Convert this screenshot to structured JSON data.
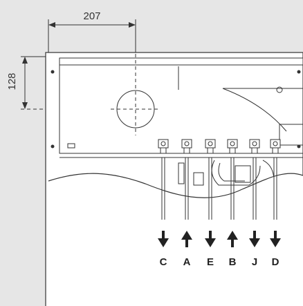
{
  "dimensions": {
    "horizontal": "207",
    "vertical": "128"
  },
  "connections": [
    {
      "label": "C",
      "direction": "down"
    },
    {
      "label": "A",
      "direction": "up"
    },
    {
      "label": "E",
      "direction": "down"
    },
    {
      "label": "B",
      "direction": "up"
    },
    {
      "label": "J",
      "direction": "down"
    },
    {
      "label": "D",
      "direction": "down"
    }
  ],
  "colors": {
    "background": "#e6e6e6",
    "panel": "#ffffff",
    "line": "#333333",
    "arrow": "#222222"
  },
  "icons": [
    "flue-outlet-circle",
    "arrow-down-icon",
    "arrow-up-icon"
  ]
}
